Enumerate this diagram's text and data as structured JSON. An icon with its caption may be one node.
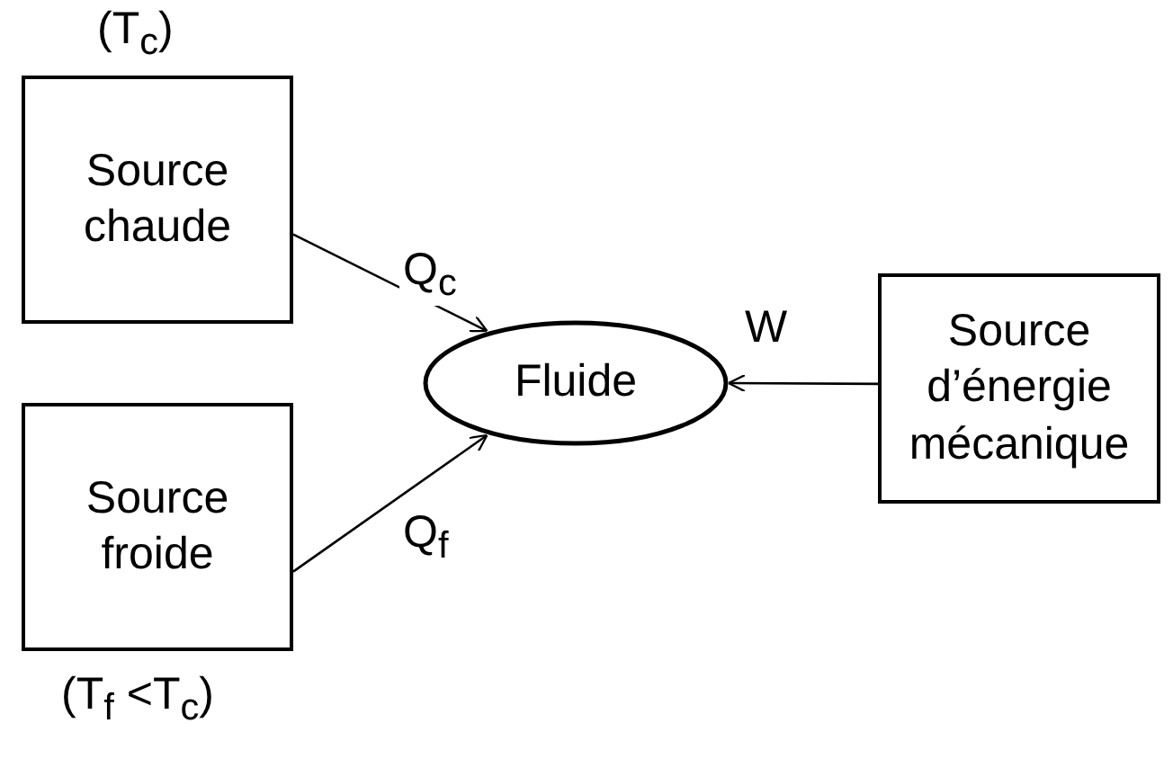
{
  "diagram": {
    "nodes": [
      {
        "text": [
          "Source chaude"
        ],
        "beside": [
          "(T$_{c}$)"
        ]
      },
      {
        "text": [
          "Source froide"
        ],
        "beside": [
          "(T$_{f}$ <T$_{c}$)"
        ]
      },
      {
        "text": [
          "Fluide"
        ]
      },
      {
        "text": [
          "Source d’énergie mécanique"
        ]
      }
    ],
    "edges": [
      {
        "from": 0,
        "to": 2,
        "arrow": "to",
        "label": "Q$_{c}$"
      },
      {
        "from": 1,
        "to": 2,
        "arrow": "to",
        "label": "Q$_{f}$"
      },
      {
        "from": 3,
        "to": 2,
        "arrow": "to",
        "label": "W"
      }
    ]
  }
}
